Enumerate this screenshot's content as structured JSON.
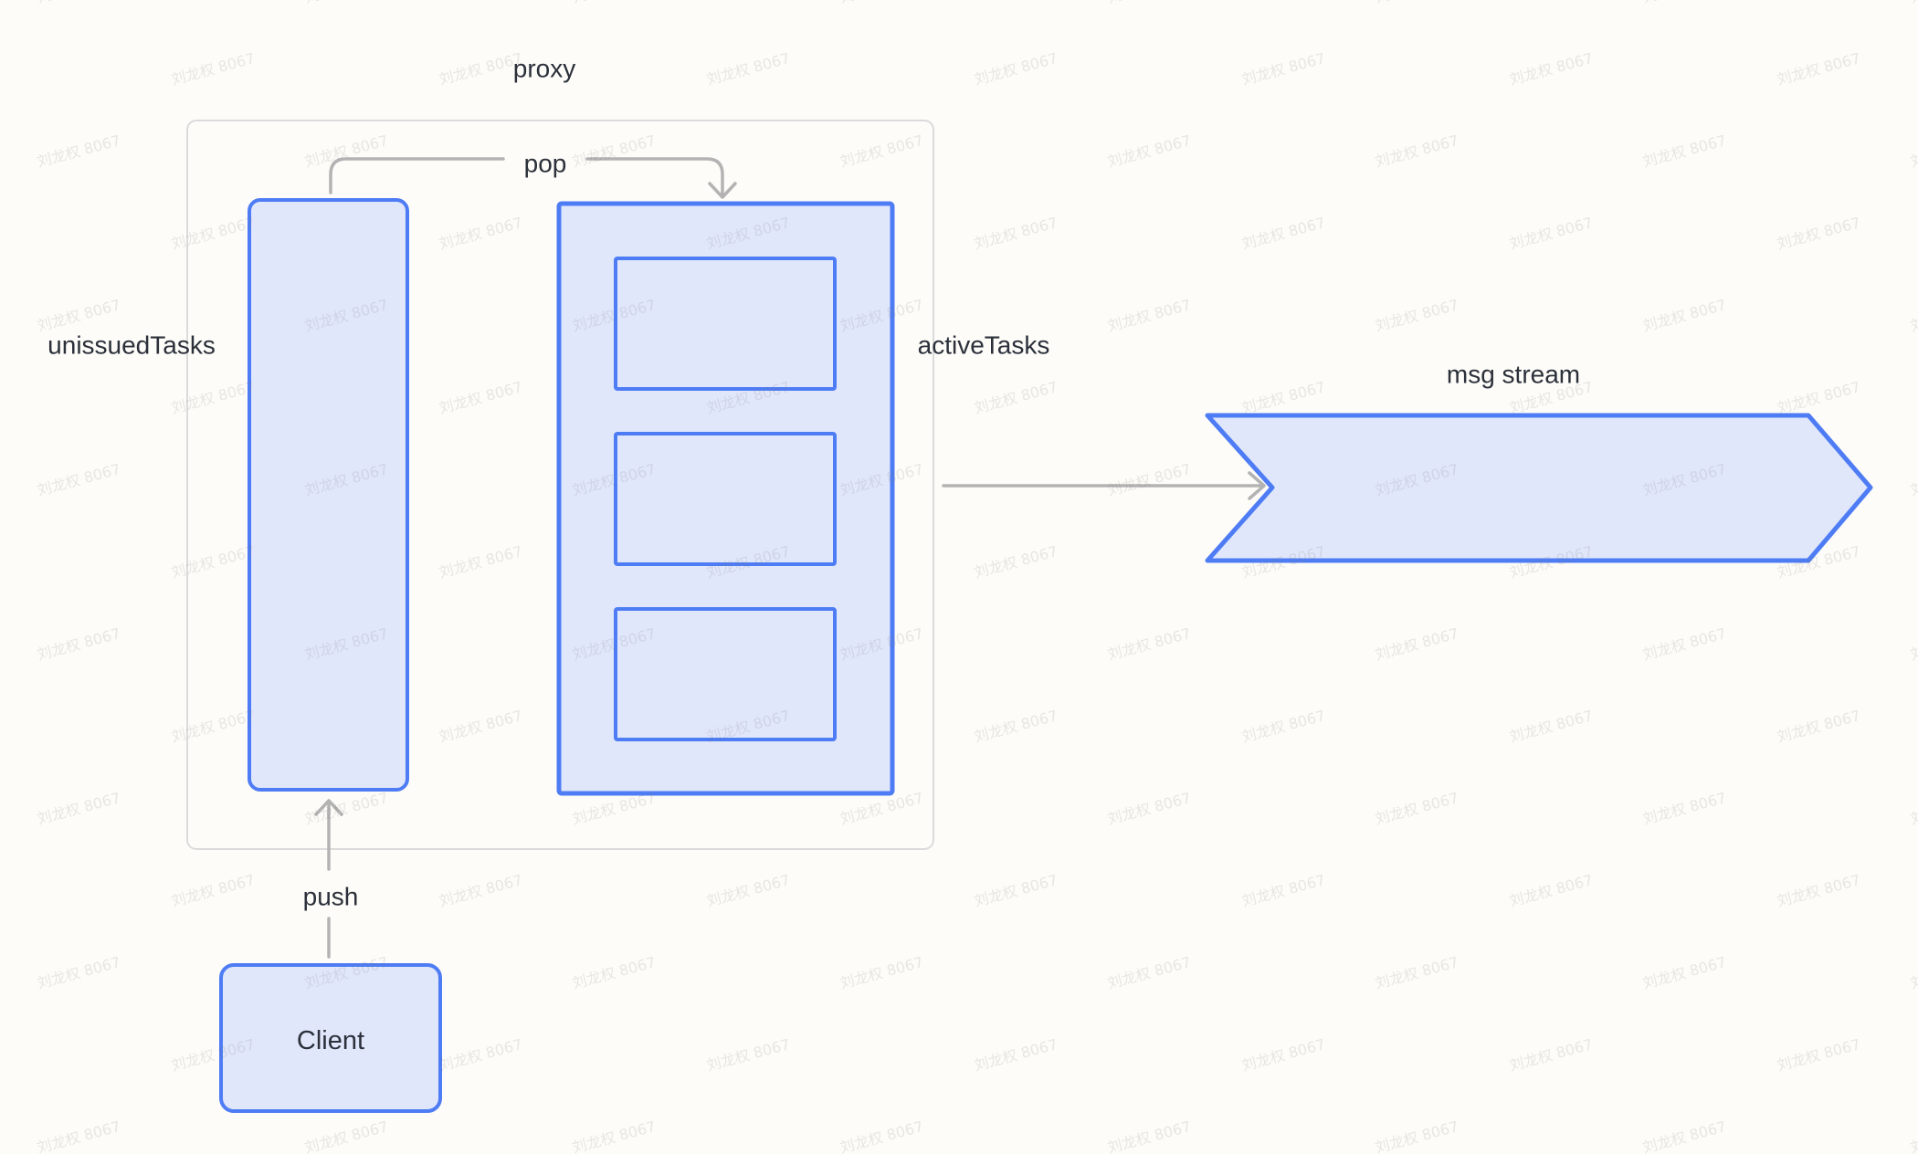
{
  "diagram": {
    "container": {
      "label": "proxy"
    },
    "nodes": {
      "unissued_tasks": {
        "label": "unissuedTasks"
      },
      "active_tasks": {
        "label": "activeTasks",
        "slot_count": 3
      },
      "client": {
        "label": "Client"
      },
      "msg_stream": {
        "label": "msg stream"
      }
    },
    "edges": {
      "pop": {
        "label": "pop",
        "from": "unissuedTasks",
        "to": "activeTasks"
      },
      "push": {
        "label": "push",
        "from": "Client",
        "to": "unissuedTasks"
      },
      "stream": {
        "label": "",
        "from": "activeTasks",
        "to": "msg stream"
      }
    }
  },
  "watermark": {
    "text": "刘龙权 8067"
  },
  "colors": {
    "shape_stroke": "#4e7cf4",
    "shape_fill": "#e0e7fb",
    "arrow_gray": "#b3b3b3",
    "container_border": "#dbdbdb",
    "label_text": "#2b303a",
    "background": "#fdfcf8",
    "watermark": "rgba(120,120,120,0.16)"
  }
}
